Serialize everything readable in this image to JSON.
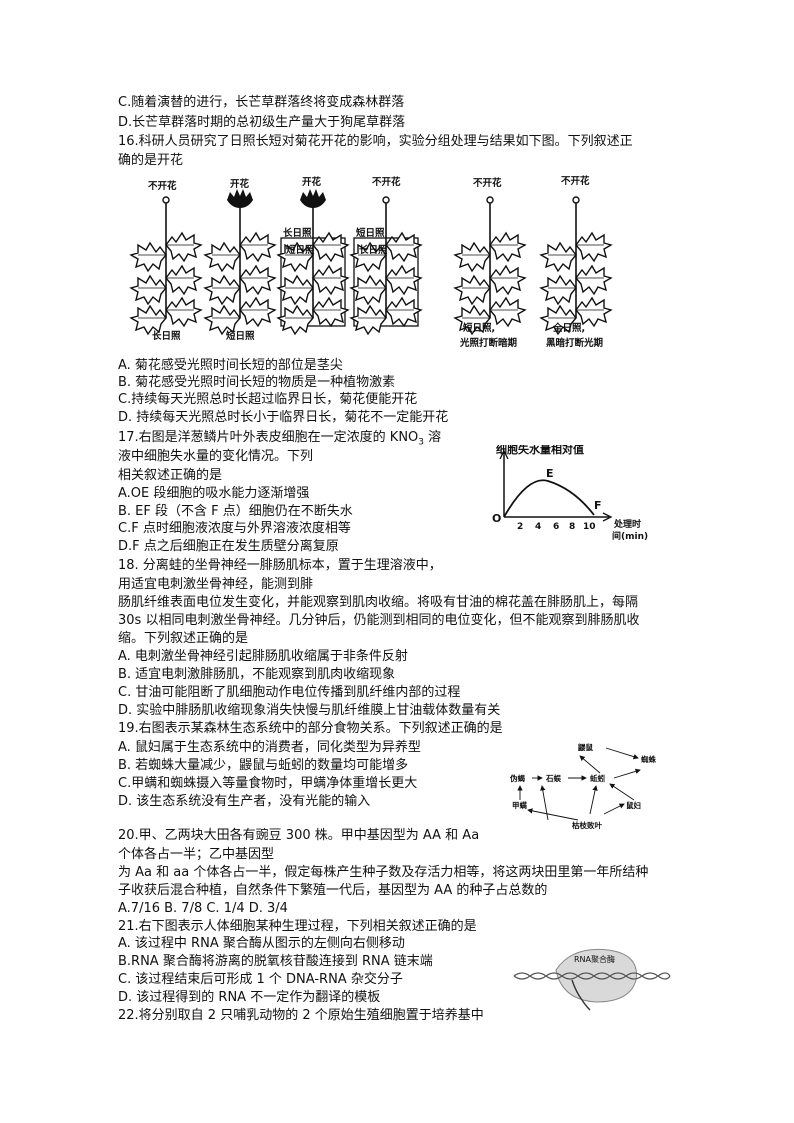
{
  "q15": {
    "optC": "C.随着演替的进行，长芒草群落终将变成森林群落",
    "optD": "D.长芒草群落时期的总初级生产量大于狗尾草群落"
  },
  "q16": {
    "stem1": "16.科研人员研究了日照长短对菊花开花的影响，实验分组处理与结果如下图。下列叙述正",
    "stem2": "确的是开花",
    "plants": [
      {
        "top": "不开花",
        "bottom": "长日照"
      },
      {
        "top": "开花",
        "bottom": "短日照"
      },
      {
        "top": "开花",
        "upper": "长日照",
        "lower": "短日照"
      },
      {
        "top": "不开花",
        "upper": "短日照",
        "lower": "长日照"
      },
      {
        "top": "不开花",
        "bottom1": "短日照,",
        "bottom2": "光照打断暗期"
      },
      {
        "top": "不开花",
        "bottom1": "全日照,",
        "bottom2": "黑暗打断光期"
      }
    ],
    "optA": "A.  菊花感受光照时间长短的部位是茎尖",
    "optB": "B.  菊花感受光照时间长短的物质是一种植物激素",
    "optC": "C.持续每天光照总时长超过临界日长，菊花便能开花",
    "optD": "D.  持续每天光照总时长小于临界日长，菊花不一定能开花"
  },
  "q17": {
    "stem1a": "17.右图是洋葱鳞片叶外表皮细胞在一定浓度的 KNO",
    "stem1sub": "3",
    "stem1b": " 溶",
    "stem2": "液中细胞失水量的变化情况。下列",
    "stem3": "相关叙述正确的是",
    "optA": "A.OE 段细胞的吸水能力逐渐增强",
    "optB": "B. EF 段（不含 F 点）细胞仍在不断失水",
    "optC": "C.F 点时细胞液浓度与外界溶液浓度相等",
    "optD": "D.F 点之后细胞正在发生质壁分离复原",
    "chart": {
      "ylabel": "细胞失水量相对值",
      "xlabel1": "处理时",
      "xlabel2": "间(min)",
      "origin": "O",
      "ticks": [
        "2",
        "4",
        "6",
        "8",
        "10"
      ],
      "pointE": "E",
      "pointF": "F"
    }
  },
  "q18": {
    "l1": "18.  分离蛙的坐骨神经一腓肠肌标本，置于生理溶液中，",
    "l2": "用适宜电刺激坐骨神经，能测到腓",
    "l3": "肠肌纤维表面电位发生变化，并能观察到肌肉收缩。将吸有甘油的棉花盖在腓肠肌上，每隔",
    "l4": "30s 以相同电刺激坐骨神经。几分钟后，仍能测到相同的电位变化，但不能观察到腓肠肌收",
    "l5": "缩。下列叙述正确的是",
    "optA": "A.  电刺激坐骨神经引起腓肠肌收缩属于非条件反射",
    "optB": "B.  适宜电刺激腓肠肌，不能观察到肌肉收缩现象",
    "optC": "C.  甘油可能阻断了肌细胞动作电位传播到肌纤维内部的过程",
    "optD": "D.  实验中腓肠肌收缩现象消失快慢与肌纤维膜上甘油载体数量有关"
  },
  "q19": {
    "stem": "19.右图表示某森林生态系统中的部分食物关系。下列叙述正确的是",
    "optA": "A.    鼠妇属于生态系统中的消费者，同化类型为异养型",
    "optB": "B.  若蜘蛛大量减少，鼹鼠与蚯蚓的数量均可能增多",
    "optC": "C.甲螨和蜘蛛摄入等量食物时，甲螨净体重增长更大",
    "optD": "D.  该生态系统没有生产者，没有光能的输入",
    "web": {
      "n1": "鼹鼠",
      "n2": "蜘蛛",
      "n3": "伪蝎",
      "n4": "石蜈",
      "n5": "蚯蚓",
      "n6": "甲螨",
      "n7": "鼠妇",
      "n8": "枯枝败叶"
    }
  },
  "q20": {
    "l1": "20.甲、乙两块大田各有豌豆 300 株。甲中基因型为 AA 和 Aa",
    "l2": "个体各占一半；乙中基因型",
    "l3": "为 Aa 和 aa 个体各占一半，假定每株产生种子数及存活力相等，将这两块田里第一年所结种",
    "l4": "子收获后混合种植，自然条件下繁殖一代后，基因型为 AA 的种子占总数的",
    "opts": "A.7/16      B.    7/8      C.    1/4    D. 3/4"
  },
  "q21": {
    "stem": "21.右下图表示人体细胞某种生理过程，下列相关叙述正确的是",
    "optA": "A.  该过程中 RNA 聚合酶从图示的左侧向右侧移动",
    "optB": "B.RNA 聚合酶将游离的脱氧核苷酸连接到 RNA 链末端",
    "optC": "C.  该过程结束后可形成 1 个 DNA-RNA 杂交分子",
    "optD": "D.  该过程得到的 RNA 不一定作为翻译的模板",
    "enzyme": "RNA聚合酶"
  },
  "q22": {
    "stem": "22.将分别取自 2 只哺乳动物的 2 个原始生殖细胞置于培养基中"
  }
}
